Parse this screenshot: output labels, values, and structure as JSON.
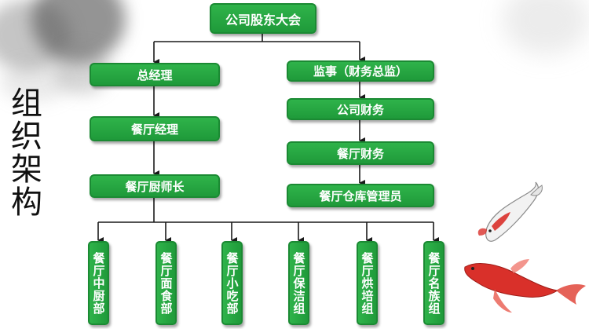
{
  "side_title": "组织架构",
  "nodes": {
    "root": "公司股东大会",
    "gm": "总经理",
    "restaurant_manager": "餐厅经理",
    "head_chef": "餐厅厨师长",
    "supervisor": "监事（财务总监）",
    "company_finance": "公司财务",
    "restaurant_finance": "餐厅财务",
    "warehouse_manager": "餐厅仓库管理员"
  },
  "departments": [
    "餐厅中厨部",
    "餐厅面食部",
    "餐厅小吃部",
    "餐厅保洁组",
    "餐厅烘培组",
    "餐厅名族组"
  ],
  "colors": {
    "box_fill": "#25a640",
    "box_border": "#1b8a33",
    "connector": "#1a1a1a",
    "fish_red": "#d9302a"
  },
  "decorations": [
    "ink-wash-splash",
    "white-koi-fish",
    "red-koi-fish"
  ]
}
